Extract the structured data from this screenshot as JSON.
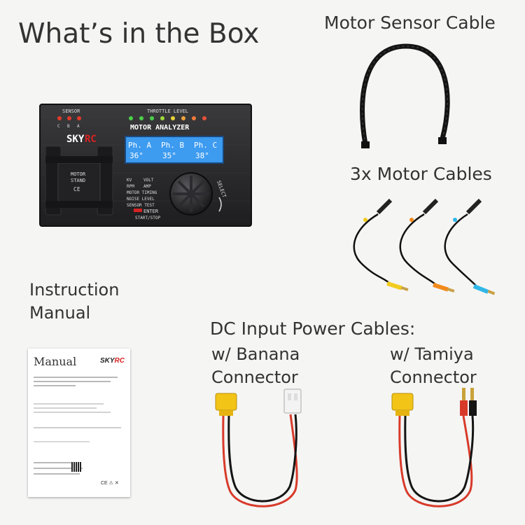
{
  "heading": "What’s in the Box",
  "device": {
    "brand_prefix": "SKY",
    "brand_suffix": "RC",
    "model": "MOTOR ANALYZER",
    "sensor_label": "SENSOR",
    "sensor_leds": [
      "C",
      "B",
      "A"
    ],
    "throttle_label": "THROTTLE LEVEL",
    "lcd": {
      "phases": [
        "Ph. A",
        "Ph. B",
        "Ph. C"
      ],
      "values": [
        "36°",
        "35°",
        "38°"
      ]
    },
    "stand_label_1": "MOTOR",
    "stand_label_2": "STAND",
    "functions": [
      "KV",
      "VOLT",
      "RPM",
      "AMP",
      "MOTOR TIMING",
      "NOISE LEVEL",
      "SENSOR TEST"
    ],
    "select_label": "SELECT",
    "enter_label": "ENTER",
    "start_label": "START/STOP"
  },
  "items": {
    "sensor_cable": "Motor Sensor Cable",
    "motor_cables": "3x Motor Cables",
    "manual_line1": "Instruction",
    "manual_line2": "Manual",
    "dc_cables": "DC Input Power Cables:",
    "banana_line1": "w/ Banana",
    "banana_line2": "Connector",
    "tamiya_line1": "w/ Tamiya",
    "tamiya_line2": "Connector"
  },
  "manual": {
    "title": "Manual",
    "logo_prefix": "SKY",
    "logo_suffix": "RC"
  },
  "colors": {
    "background": "#f5f5f4",
    "device_body": "#2b2b2d",
    "lcd": "#3d9bf0",
    "brand_red": "#d62222",
    "cable_yellow": "#f2cc1f",
    "cable_orange": "#f28a1a",
    "cable_cyan": "#2fb7e8",
    "xt60_yellow": "#f2c418",
    "wire_red": "#d83a2a"
  }
}
